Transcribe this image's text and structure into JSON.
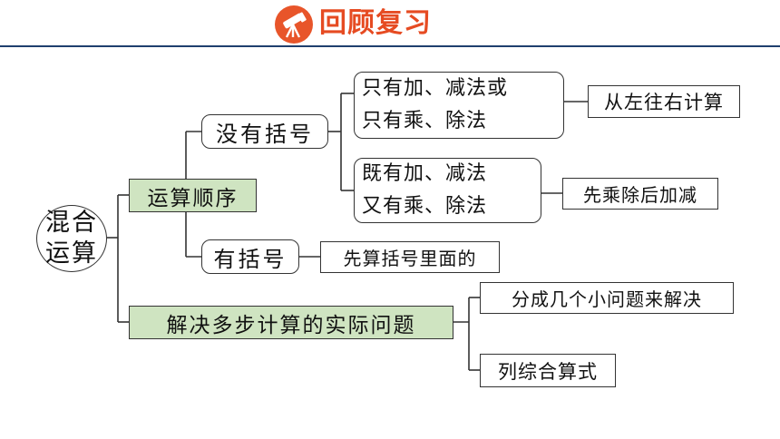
{
  "header": {
    "title": "回顾复习",
    "icon": "telescope-icon",
    "accent": "#e64b22",
    "line_color": "#1f3f6e"
  },
  "mindmap": {
    "root": "混合运算",
    "root_line1": "混合",
    "root_line2": "运算",
    "order": "运算顺序",
    "no_bracket": "没有括号",
    "only_add_line1": "只有加、减法或",
    "only_add_line2": "只有乘、除法",
    "left_to_right": "从左往右计算",
    "both_line1": "既有加、减法",
    "both_line2": "又有乘、除法",
    "mul_first": "先乘除后加减",
    "with_bracket": "有括号",
    "bracket_first": "先算括号里面的",
    "multi_step": "解决多步计算的实际问题",
    "split": "分成几个小问题来解决",
    "formula": "列综合算式",
    "highlight_color": "#cfe4c1"
  }
}
